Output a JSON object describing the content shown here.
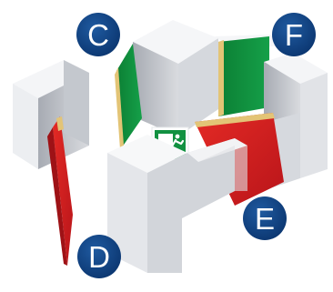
{
  "diagram": {
    "badges": [
      {
        "id": "C",
        "label": "C",
        "color": "#0d3e7a"
      },
      {
        "id": "F",
        "label": "F",
        "color": "#0d3e7a"
      },
      {
        "id": "E",
        "label": "E",
        "color": "#0d3e7a"
      },
      {
        "id": "D",
        "label": "D",
        "color": "#0d3e7a"
      }
    ],
    "panels": {
      "green_door": "#0f8a3a",
      "red_door": "#d8231f",
      "wall_light": "#f2f3f5",
      "wall_shade": "#c9ccd2",
      "edge_gold": "#e3c476"
    },
    "exit_sign": {
      "icon": "emergency-exit-running-man-icon",
      "color": "#129141"
    }
  }
}
